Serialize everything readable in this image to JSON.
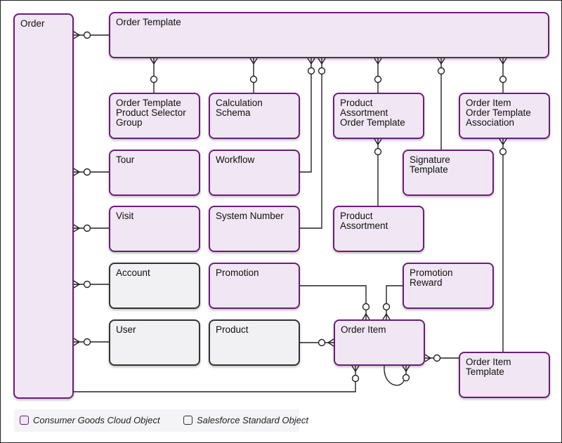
{
  "entities": {
    "order": "Order",
    "order_template": "Order Template",
    "otpsg": "Order Template\nProduct Selector\nGroup",
    "calc_schema": "Calculation\nSchema",
    "paot": "Product\nAssortment\nOrder Template",
    "oioota": "Order Item\nOrder Template\nAssociation",
    "tour": "Tour",
    "workflow": "Workflow",
    "signature_template": "Signature\nTemplate",
    "visit": "Visit",
    "system_number": "System Number",
    "product_assortment": "Product\nAssortment",
    "account": "Account",
    "promotion": "Promotion",
    "promotion_reward": "Promotion\nReward",
    "user": "User",
    "product": "Product",
    "order_item": "Order Item",
    "order_item_template": "Order Item\nTemplate"
  },
  "legend": {
    "consumer_goods": "Consumer Goods Cloud Object",
    "salesforce_standard": "Salesforce Standard Object"
  },
  "colors": {
    "custom_border": "#6b1e78",
    "custom_fill": "#f1e6f3",
    "standard_border": "#333333",
    "standard_fill": "#f1f1f3",
    "line": "#222222"
  }
}
